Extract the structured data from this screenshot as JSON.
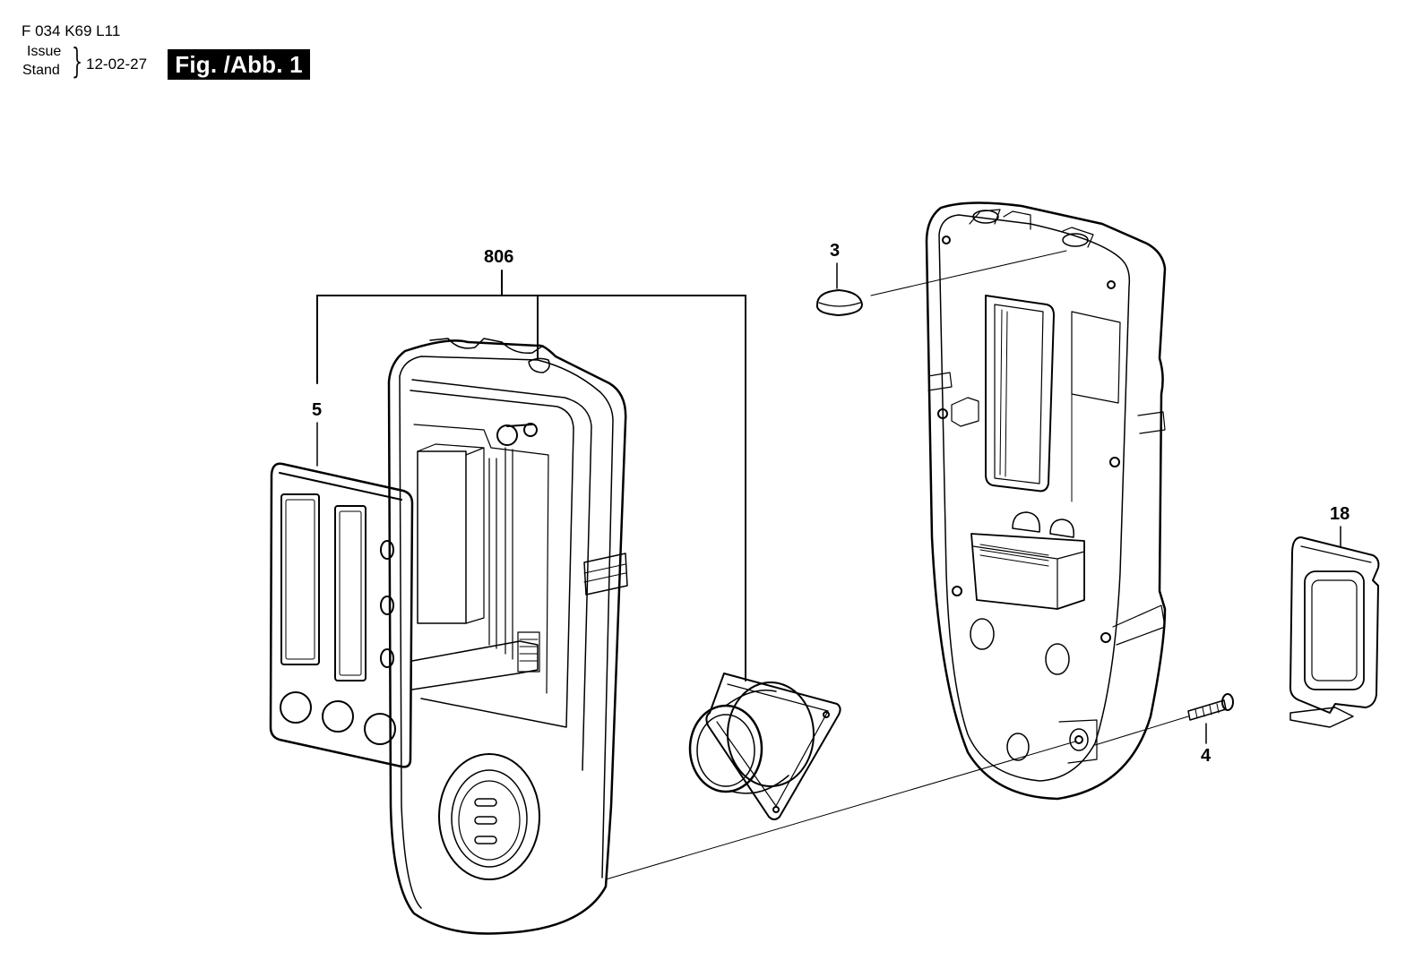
{
  "header": {
    "doc_number": "F 034 K69 L11",
    "issue_label": "Issue",
    "stand_label": "Stand",
    "brace": "}",
    "issue_date": "12-02-27",
    "figure_label": "Fig. /Abb. 1"
  },
  "callouts": {
    "part_806": "806",
    "part_5": "5",
    "part_3": "3",
    "part_18": "18",
    "part_4": "4"
  },
  "colors": {
    "line": "#000000",
    "badge_bg": "#000000",
    "badge_text": "#ffffff",
    "background": "#ffffff"
  }
}
